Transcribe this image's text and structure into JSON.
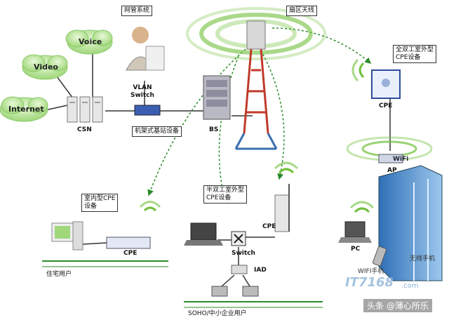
{
  "clouds": [
    {
      "id": "voice",
      "label": "Voice"
    },
    {
      "id": "video",
      "label": "Video"
    },
    {
      "id": "internet",
      "label": "Internet"
    }
  ],
  "labels": {
    "nms": "网管系统",
    "vlan_switch": "VLAN\nSwitch",
    "csn": "CSN",
    "rack_bs": "机架式基站设备",
    "bs": "BS",
    "sector_antenna": "扇区天线",
    "outdoor_full_duplex_cpe": "全双工室外型\nCPE设备",
    "cpe_top": "CPE",
    "wifi": "WiFi",
    "ap": "AP",
    "indoor_cpe": "室内型CPE\n设备",
    "cpe_home": "CPE",
    "residential_users": "住宅用户",
    "half_duplex_outdoor_cpe": "半双工室外型\nCPE设备",
    "cpe_soho": "CPE",
    "switch": "Switch",
    "iad": "IAD",
    "soho_users": "SOHO/中小企业用户",
    "pc": "PC",
    "wifi_phone_1": "WIFI手机",
    "wifi_phone_2": "无线手机"
  },
  "watermark": {
    "brand": "IT7168",
    "suffix": ".com",
    "credit": "头条 @薄心所乐"
  },
  "colors": {
    "link": "#2b8a2b",
    "wave": "#6fbf3a",
    "tower": "#c0392b",
    "cloud": "#b8e39a",
    "building": "#3a7fc8"
  }
}
